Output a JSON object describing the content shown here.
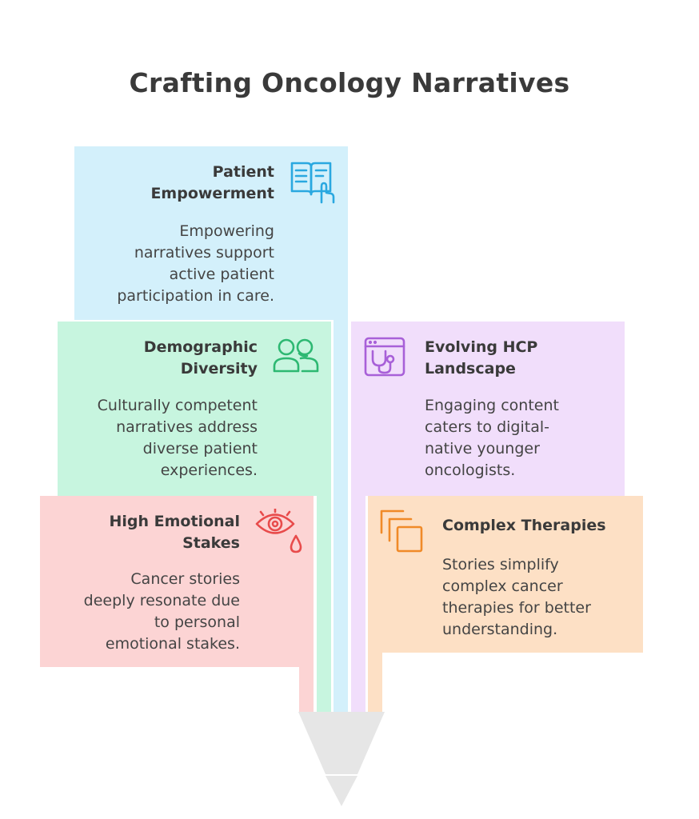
{
  "title": "Crafting Oncology Narratives",
  "colors": {
    "blue": "#d3f0fb",
    "green": "#c7f5df",
    "purple": "#f1defb",
    "red": "#fcd4d4",
    "orange": "#fde0c5",
    "funnel": "#e6e6e6"
  },
  "cards": {
    "patient_empowerment": {
      "title_line1": "Patient",
      "title_line2": "Empowerment",
      "desc": [
        "Empowering",
        "narratives support",
        "active patient",
        "participation in care."
      ],
      "icon": "book-touch-icon"
    },
    "demographic_diversity": {
      "title_line1": "Demographic",
      "title_line2": "Diversity",
      "desc": [
        "Culturally competent",
        "narratives address",
        "diverse patient",
        "experiences."
      ],
      "icon": "people-icon"
    },
    "evolving_hcp": {
      "title_line1": "Evolving HCP",
      "title_line2": "Landscape",
      "desc": [
        "Engaging content",
        "caters to digital-",
        "native younger",
        "oncologists."
      ],
      "icon": "stethoscope-window-icon"
    },
    "high_emotional": {
      "title_line1": "High Emotional",
      "title_line2": "Stakes",
      "desc": [
        "Cancer stories",
        "deeply resonate due",
        "to personal",
        "emotional stakes."
      ],
      "icon": "crying-eye-icon"
    },
    "complex_therapies": {
      "title_line1": "Complex Therapies",
      "desc": [
        "Stories simplify",
        "complex cancer",
        "therapies for better",
        "understanding."
      ],
      "icon": "layers-icon"
    }
  }
}
